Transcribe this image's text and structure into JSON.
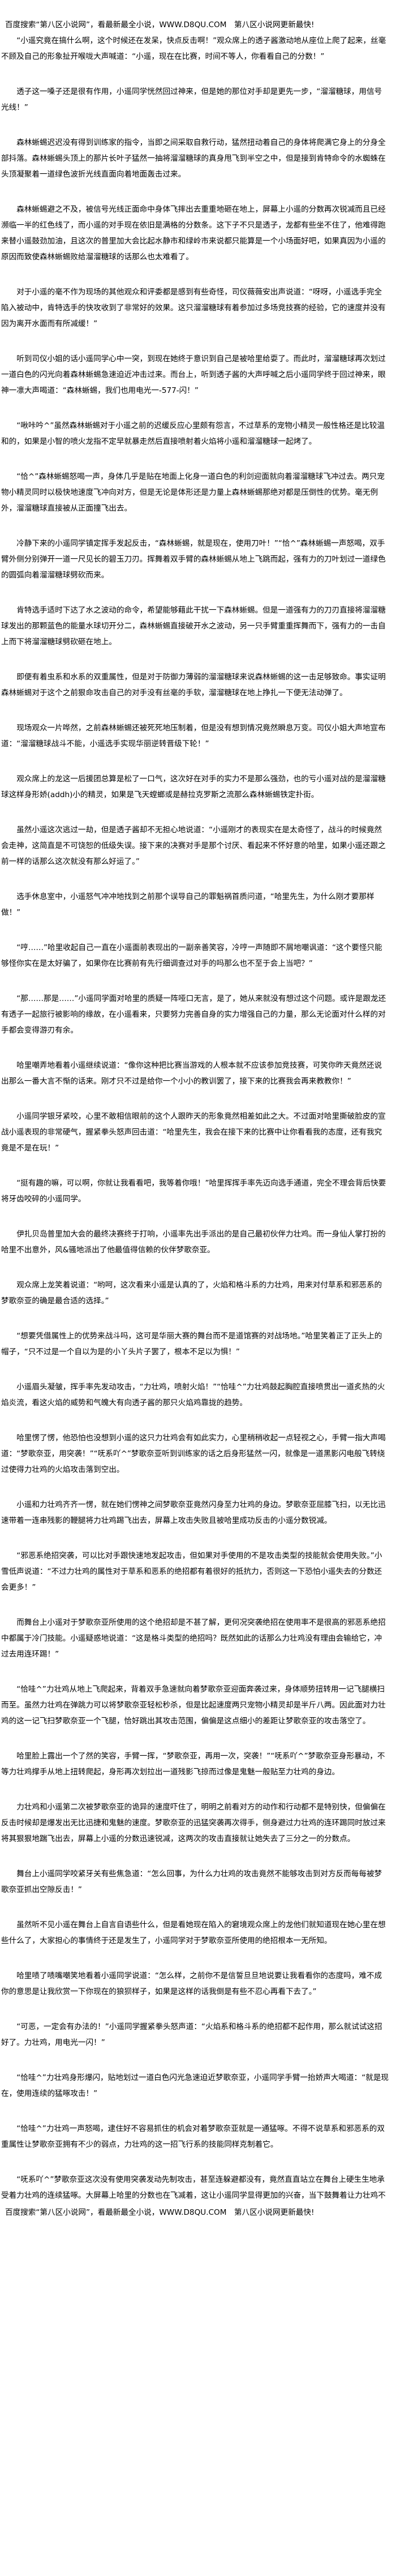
{
  "banner": {
    "text": "百度搜索“第八区小说网”，看最新最全小说，WWW.D8QU.COM　第八区小说网更新最快!"
  },
  "paragraphs": [
    "“小遥究竟在搞什么啊，这个时候还在发呆，快点反击啊！”观众席上的透子酱激动地从座位上爬了起来，丝毫不顾及自己的形象扯开喉咙大声喊道：“小遥，现在在比赛，时间不等人，你看看自己的分数！”",
    "透子这一嗓子还是很有作用，小遥同学恍然回过神来，但是她的那位对手却是更先一步，“溜溜糖球，用信号光线！”",
    "森林蜥蜴迟迟没有得到训练家的指令，当即之间采取自救行动，猛然扭动着自己的身体将爬满它身上的分身全部抖落。森林蜥蜴头顶上的那片长叶子猛然一抽将溜溜糖球的真身甩飞到半空之中，但是接到肯特命令的水蜘蛛在头顶凝聚着一道绿色波折光线直面向着地面轰击过来。",
    "森林蜥蜴避之不及，被信号光线正面命中身体飞摔出去重重地砸在地上，屏幕上小遥的分数再次锐减而且已经濒临一半的红色线了，而小遥的对手现在依旧是满格的分数条。这下子不只是透子，龙都有些坐不住了，他难得跑来替小遥鼓劲加油，且这次的普里加大会比起水静市和绿岭市来说都只能算是一个小场面好吧，如果真因为小遥的原因而致使森林蜥蜴败给溜溜糖球的话那么也太难看了。",
    "对于小遥的毫不作为现场的其他观众和评委都是感到有些奇怪，司仪薇薇安出声说道：“呀呀，小遥选手完全陷入被动中，肯特选手的快攻收到了非常好的效果。这只溜溜糖球有着参加过多场竞技赛的经验，它的速度并没有因为离开水面而有所减缓！”",
    "听到司仪小姐的话小遥同学心中一突，到现在她终于意识到自己是被哈里给耍了。而此时，溜溜糖球再次划过一道白色的闪光向着森林蜥蜴急速迫近冲击过来。而台上，听到透子酱的大声呼喊之后小遥同学终于回过神来，眼神一凛大声喝道：“森林蜥蜴，我们也用电光一-577-闪！”",
    "“啾咔吟^”虽然森林蜥蜴对于小遥之前的迟缓反应心里颇有怨言，不过草系的宠物小精灵一般性格还是比较温和的，如果是小智的喷火龙指不定早就暴走然后直接喷射着火焰将小遥和溜溜糖球一起烤了。",
    "“恰^”森林蜥蜴怒喝一声，身体几乎是贴在地面上化身一道白色的利剑迎面就向着溜溜糖球飞冲过去。两只宠物小精灵同时以极快地速度飞冲向对方，但是无论是体形还是力量上森林蜥蜴那绝对都是压倒性的优势。毫无例外，溜溜糖球直接被从正面撞飞出去。",
    "冷静下来的小遥同学镇定挥手发起反击，“森林蜥蜴，就是现在，使用刀叶！”“恰^”森林蜥蜴一声怒喝，双手臂外侧分别弹开一道一尺见长的碧玉刀刃。挥舞着双手臂的森林蜥蜴从地上飞跳而起，强有力的刀叶划过一道绿色的圆弧向着溜溜糖球劈砍而来。",
    "肯特选手适时下达了水之波动的命令，希望能够藉此干扰一下森林蜥蜴。但是一道强有力的刀刃直接将溜溜糖球发出的那颗蓝色的能量水球切开分二，森林蜥蜴直接破开水之波动，另一只手臂重重挥舞而下，强有力的一击自上而下将溜溜糖球劈砍砸在地上。",
    "即便有着虫系和水系的双重属性，但是对于防御力薄弱的溜溜糖球来说森林蜥蜴的这一击足够致命。事实证明森林蜥蜴对于这个之前狠命攻击自己的对手没有丝毫的手软，溜溜糖球在地上挣扎一下便无法动弹了。",
    "现场观众一片哗然，之前森林蜥蜴还被死死地压制着，但是没有想到情况竟然瞬息万变。司仪小姐大声地宣布道：“溜溜糖球战斗不能，小遥选手实现华丽逆转晋级下轮！”",
    "观众席上的龙这一后援团总算是松了一口气，这次好在对手的实力不是那么强劲，也的亏小遥对战的是溜溜糖球这样身形娇(addh)小的精灵，如果是飞天螳螂或是赫拉克罗斯之流那么森林蜥蜴铁定扑街。",
    "虽然小遥这次逃过一劫，但是透子酱却不无担心地说道：“小遥刚才的表现实在是太奇怪了，战斗的时候竟然会走神，这简直是不可饶恕的低级失误。接下来的决赛对手是那个讨厌、看起来不怀好意的哈里，如果小遥还跟之前一样的话那么这次就没有那么好运了。”",
    "选手休息室中，小遥怒气冲冲地找到之前那个误导自己的罪魁祸首质问道，“哈里先生，为什么刚才要那样做！”",
    "“哼……”哈里收起自己一直在小遥面前表现出的一副亲善笑容，冷哼一声随即不屑地嘲讽道：“这个要怪只能够怪你实在是太好骗了，如果你在比赛前有先行细调查过对手的吗那么也不至于会上当吧？”",
    "“那……那是……”小遥同学面对哈里的质疑一阵哑口无言，是了，她从来就没有想过这个问题。或许是跟龙还有透子一起旅行被影响的缘故，在小遥看来，只要努力完善自身的实力增强自己的力量，那么无论面对什么样的对手都会变得游刃有余。",
    "哈里嘲弄地看着小遥继续说道：“像你这种把比赛当游戏的人根本就不应该参加竞技赛，可笑你昨天竟然还说出那么一番大言不惭的话来。刚才只不过是给你一个小小的教训罢了，接下来的比赛我会再来教教你！”",
    "小遥同学银牙紧咬，心里不敢相信眼前的这个人跟昨天的形象竟然相差如此之大。不过面对哈里撕破脸皮的宣战小遥表现的非常硬气，握紧拳头怒声回击道：“哈里先生，我会在接下来的比赛中让你看看我的态度，还有我究竟是不是在玩！”",
    "“挺有趣的嘛，可以啊，你就让我看看吧，我等着你哦！”哈里挥挥手率先迈向选手通道，完全不理会背后快要将牙齿咬碎的小遥同学。",
    "伊扎贝岛普里加大会的最终决赛终于打响，小遥率先出手派出的是自己最初伙伴力壮鸡。而一身仙人掌打扮的哈里不出意外，风&骚地派出了他最值得信赖的伙伴梦歌奈亚。",
    "观众席上龙笑着说道：“哟呵，这次看来小遥是认真的了，火焰和格斗系的力壮鸡，用来对付草系和邪恶系的梦歌奈亚的确是最合适的选择。”",
    "“想要凭借属性上的优势来战斗吗，这可是华丽大赛的舞台而不是道馆赛的对战场地。”哈里笑着正了正头上的帽子，“只不过是一个自以为是的小丫头片子罢了，根本不足以为惧！”",
    "小遥眉头凝皱，挥手率先发动攻击，“力壮鸡，喷射火焰！”“恰哇^”力壮鸡鼓起胸腔直接喷贯出一道炙热的火焰炎流，看这火焰的威势和气魄大有向透子酱的那只火焰鸡靠拢的趋势。",
    "哈里愣了愣，他恐怕也没想到小遥的这只力壮鸡会有如此实力，心里稍稍收起一点轻视之心，手臂一指大声喝道：“梦歌奈亚，用突袭！”“呒系吖^”梦歌奈亚听到训练家的话之后身形猛然一闪，就像是一道黑影闪电般飞转绕过使得力壮鸡的火焰攻击落到空出。",
    "小遥和力壮鸡齐齐一愣，就在她们愣神之间梦歌奈亚竟然闪身至力壮鸡的身边。梦歌奈亚屈膝飞扫，以无比迅速带着一连串残影的鞭腿将力壮鸡踢飞出去，屏幕上攻击失败且被哈里成功反击的小遥分数锐减。",
    "“邪恶系绝招突袭，可以比对手跟快速地发起攻击，但如果对手使用的不是攻击类型的技能就会使用失败。”小雪低声说道：“不过力壮鸡的属性对于草系和恶系的绝招都有着很好的抵抗力，否则这一下恐怕小遥失去的分数还会更多！”",
    "而舞台上小遥对于梦歌奈亚所使用的这个绝招却是不甚了解，更何况突袭绝招在使用率不是很高的邪恶系绝招中都属于冷门技能。小遥疑惑地说道：“这是格斗类型的绝招吗？既然如此的话那么力壮鸡没有理由会输给它，冲过去用连环踢！”",
    "“恰哇^”力壮鸡从地上飞爬起来，背着双手急速就向着梦歌奈亚迎面奔袭过来，身体顺势扭转用一记飞腿横扫而至。虽然力壮鸡在弹跳力可以将梦歌奈亚轻松秒杀，但是比起速度两只宠物小精灵却是半斤八两。因此面对力壮鸡的这一记飞扫梦歌奈亚一个飞腿，恰好跳出其攻击范围，偏偏是这点细小的差距让梦歌奈亚的攻击落空了。",
    "哈里脸上露出一个了然的笑容，手臂一挥，“梦歌奈亚，再用一次，突袭！”“呒系吖^”梦歌奈亚身形暴动，不等力壮鸡撑手从地上扭转爬起，身形再次划拉出一道残影飞掠而过像是鬼魅一般贴至力壮鸡的身边。",
    "力壮鸡和小遥第二次被梦歌奈亚的诡异的速度吓住了，明明之前看对方的动作和行动都不是特别快，但偏偏在反击时候却是爆发出无比迅捷和鬼魅的速度。梦歌奈亚的迅猛突袭再次得手，侧身避过力壮鸡的连环踢同时放过来将其狠狠地踹飞出去，屏幕上小遥的分数迅速锐减，这两次的攻击直接就让她失去了三分之一的分数点。",
    "舞台上小遥同学咬紧牙关有些焦急道：“怎么回事，为什么力壮鸡的攻击竟然不能够攻击到对方反而每每被梦歌奈亚抓出空隙反击！”",
    "虽然听不见小遥在舞台上自言自语些什么，但是看她现在陷入的窘境观众席上的龙他们就知道现在她心里在想些什么了，大家担心的事情终于还是发生了，小遥同学对于梦歌奈亚所使用的绝招根本一无所知。",
    "哈里啧了啧嘴嘲笑地看着小遥同学说道：“怎么样，之前你不是信誓旦旦地说要让我看看你的态度吗，难不成你的意思是让我欣赏一下你现在的狼狈样子，如果是这样的话我倒是有些不忍心再看下去了。”",
    "“可恶，一定会有办法的！”小遥同学握紧拳头怒声道：“火焰系和格斗系的绝招都不起作用，那么就试试这招好了。力壮鸡，用电光一闪！”",
    "“恰哇^”力壮鸡身形爆闪，贴地划过一道白色闪光急速迫近梦歌奈亚，小遥同学手臂一抬娇声大喝道：“就是现在，使用连续的猛啄攻击！”",
    "“恰哇^”力壮鸡一声怒喝，逮住好不容易抓住的机会对着梦歌奈亚就是一通猛啄。不得不说草系和邪恶系的双重属性让梦歌奈亚拥有不少的弱点，力壮鸡的这一招飞行系的技能同样克制着它。",
    "“呒系吖^”梦歌奈亚这次没有使用突袭发动先制攻击，甚至连躲避都没有，竟然直直站立在舞台上硬生生地承受着力壮鸡的连续猛啄。大屏幕上哈里的分数也在飞减着，这让小遥同学显得更加的兴奋，当下鼓舞着让力壮鸡不"
  ]
}
